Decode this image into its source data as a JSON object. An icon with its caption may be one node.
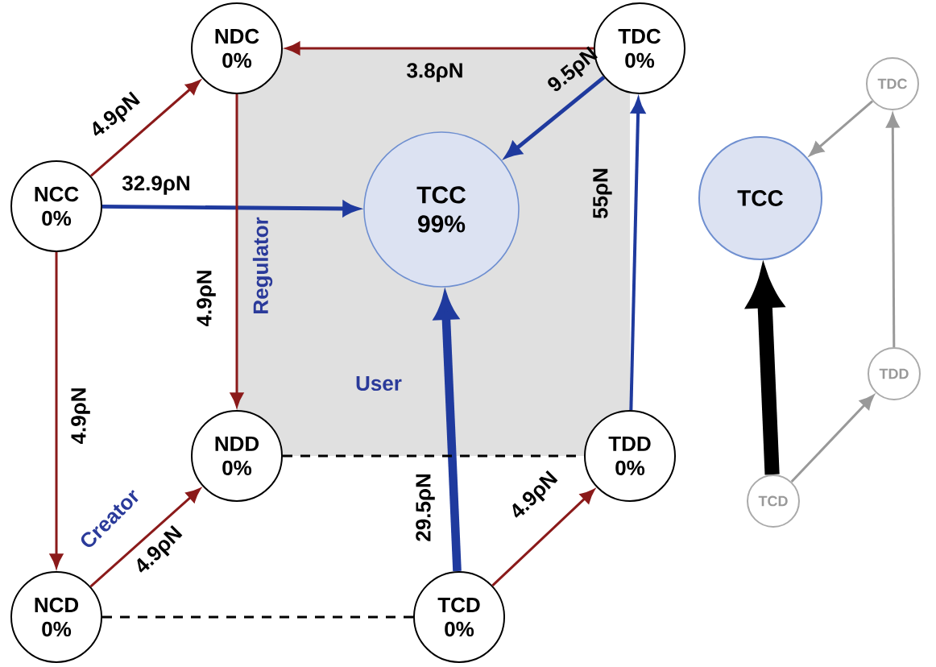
{
  "diagram": {
    "nodes": [
      {
        "text": [
          "NCC",
          "0%"
        ]
      },
      {
        "text": [
          "NDC",
          "0%"
        ]
      },
      {
        "text": [
          "TDC",
          "0%"
        ]
      },
      {
        "text": [
          "TCC",
          "99%"
        ]
      },
      {
        "text": [
          "NDD",
          "0%"
        ]
      },
      {
        "text": [
          "TDD",
          "0%"
        ]
      },
      {
        "text": [
          "NCD",
          "0%"
        ]
      },
      {
        "text": [
          "TCD",
          "0%"
        ]
      },
      {
        "text": [
          "TCC"
        ]
      },
      {
        "text": [
          "TDC"
        ]
      },
      {
        "text": [
          "TDD"
        ]
      },
      {
        "text": [
          "TCD"
        ]
      }
    ],
    "edges": [
      {
        "from": 0,
        "to": 1,
        "arrow": "to",
        "label": "4.9ρN"
      },
      {
        "from": 2,
        "to": 1,
        "arrow": "to",
        "label": "3.8ρN"
      },
      {
        "from": 0,
        "to": 3,
        "arrow": "to",
        "label": "32.9ρN",
        "color": "#1f3a9e"
      },
      {
        "from": 2,
        "to": 3,
        "arrow": "to",
        "label": "9.5ρN",
        "color": "#1f3a9e"
      },
      {
        "from": 1,
        "to": 4,
        "arrow": "to",
        "label": "4.9ρN"
      },
      {
        "from": 0,
        "to": 6,
        "arrow": "to",
        "label": "4.9ρN"
      },
      {
        "from": 5,
        "to": 2,
        "arrow": "to",
        "label": "55ρN",
        "color": "#1f3a9e"
      },
      {
        "from": 6,
        "to": 4,
        "arrow": "to",
        "label": "4.9ρN"
      },
      {
        "from": 7,
        "to": 3,
        "arrow": "to",
        "label": "29.5ρN",
        "style": "thick",
        "color": "#1f3a9e"
      },
      {
        "from": 7,
        "to": 5,
        "arrow": "to",
        "label": "4.9ρN"
      },
      {
        "from": 4,
        "to": 5,
        "arrow": "none",
        "style": "dashed",
        "color": "#000000"
      },
      {
        "from": 6,
        "to": 7,
        "arrow": "none",
        "style": "dashed",
        "color": "#000000"
      },
      {
        "from": 9,
        "to": 8,
        "arrow": "to",
        "color": "#999999"
      },
      {
        "from": 11,
        "to": 8,
        "arrow": "to",
        "style": "thick",
        "color": "#000000"
      },
      {
        "from": 11,
        "to": 10,
        "arrow": "to",
        "color": "#999999"
      },
      {
        "from": 10,
        "to": 9,
        "arrow": "to",
        "color": "#999999"
      }
    ],
    "labels": [
      "Regulator",
      "User",
      "Creator"
    ]
  }
}
